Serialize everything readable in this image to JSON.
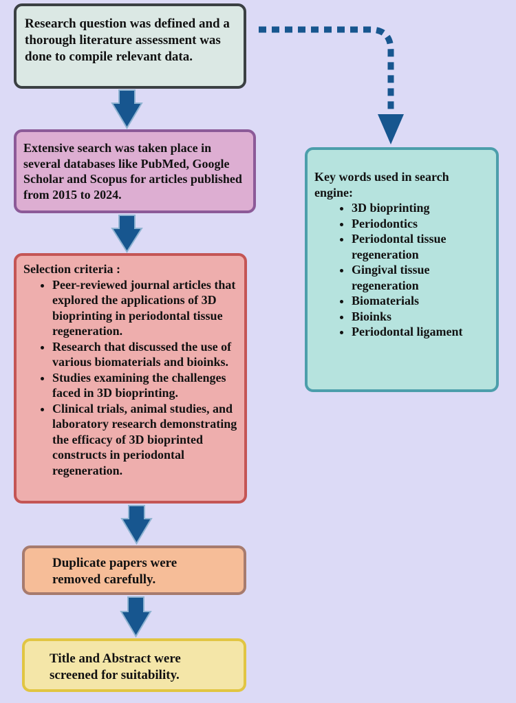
{
  "diagram": {
    "step1": "Research question was defined and a thorough literature assessment was done to compile relevant data.",
    "step2": "Extensive search was taken place in several  databases like PubMed, Google Scholar and Scopus for articles published from 2015 to 2024.",
    "selection": {
      "title": "Selection criteria :",
      "items": [
        "Peer-reviewed  journal articles that explored the applications of 3D bioprinting in periodontal tissue regeneration.",
        "Research that discussed the use of various biomaterials and bioinks.",
        "Studies examining the challenges faced in 3D bioprinting.",
        "Clinical trials, animal studies, and laboratory research demonstrating the efficacy of 3D bioprinted constructs in periodontal regeneration."
      ]
    },
    "step4": "Duplicate papers were removed carefully.",
    "step5": "Title and Abstract were screened for suitability.",
    "keywords": {
      "title": "Key words used in search engine:",
      "items": [
        "3D bioprinting",
        "Periodontics",
        "Periodontal tissue regeneration",
        "Gingival tissue regeneration",
        "Biomaterials",
        "Bioinks",
        "Periodontal ligament"
      ]
    },
    "colors": {
      "arrow": "#17568f",
      "background": "#dcdaf6"
    }
  }
}
